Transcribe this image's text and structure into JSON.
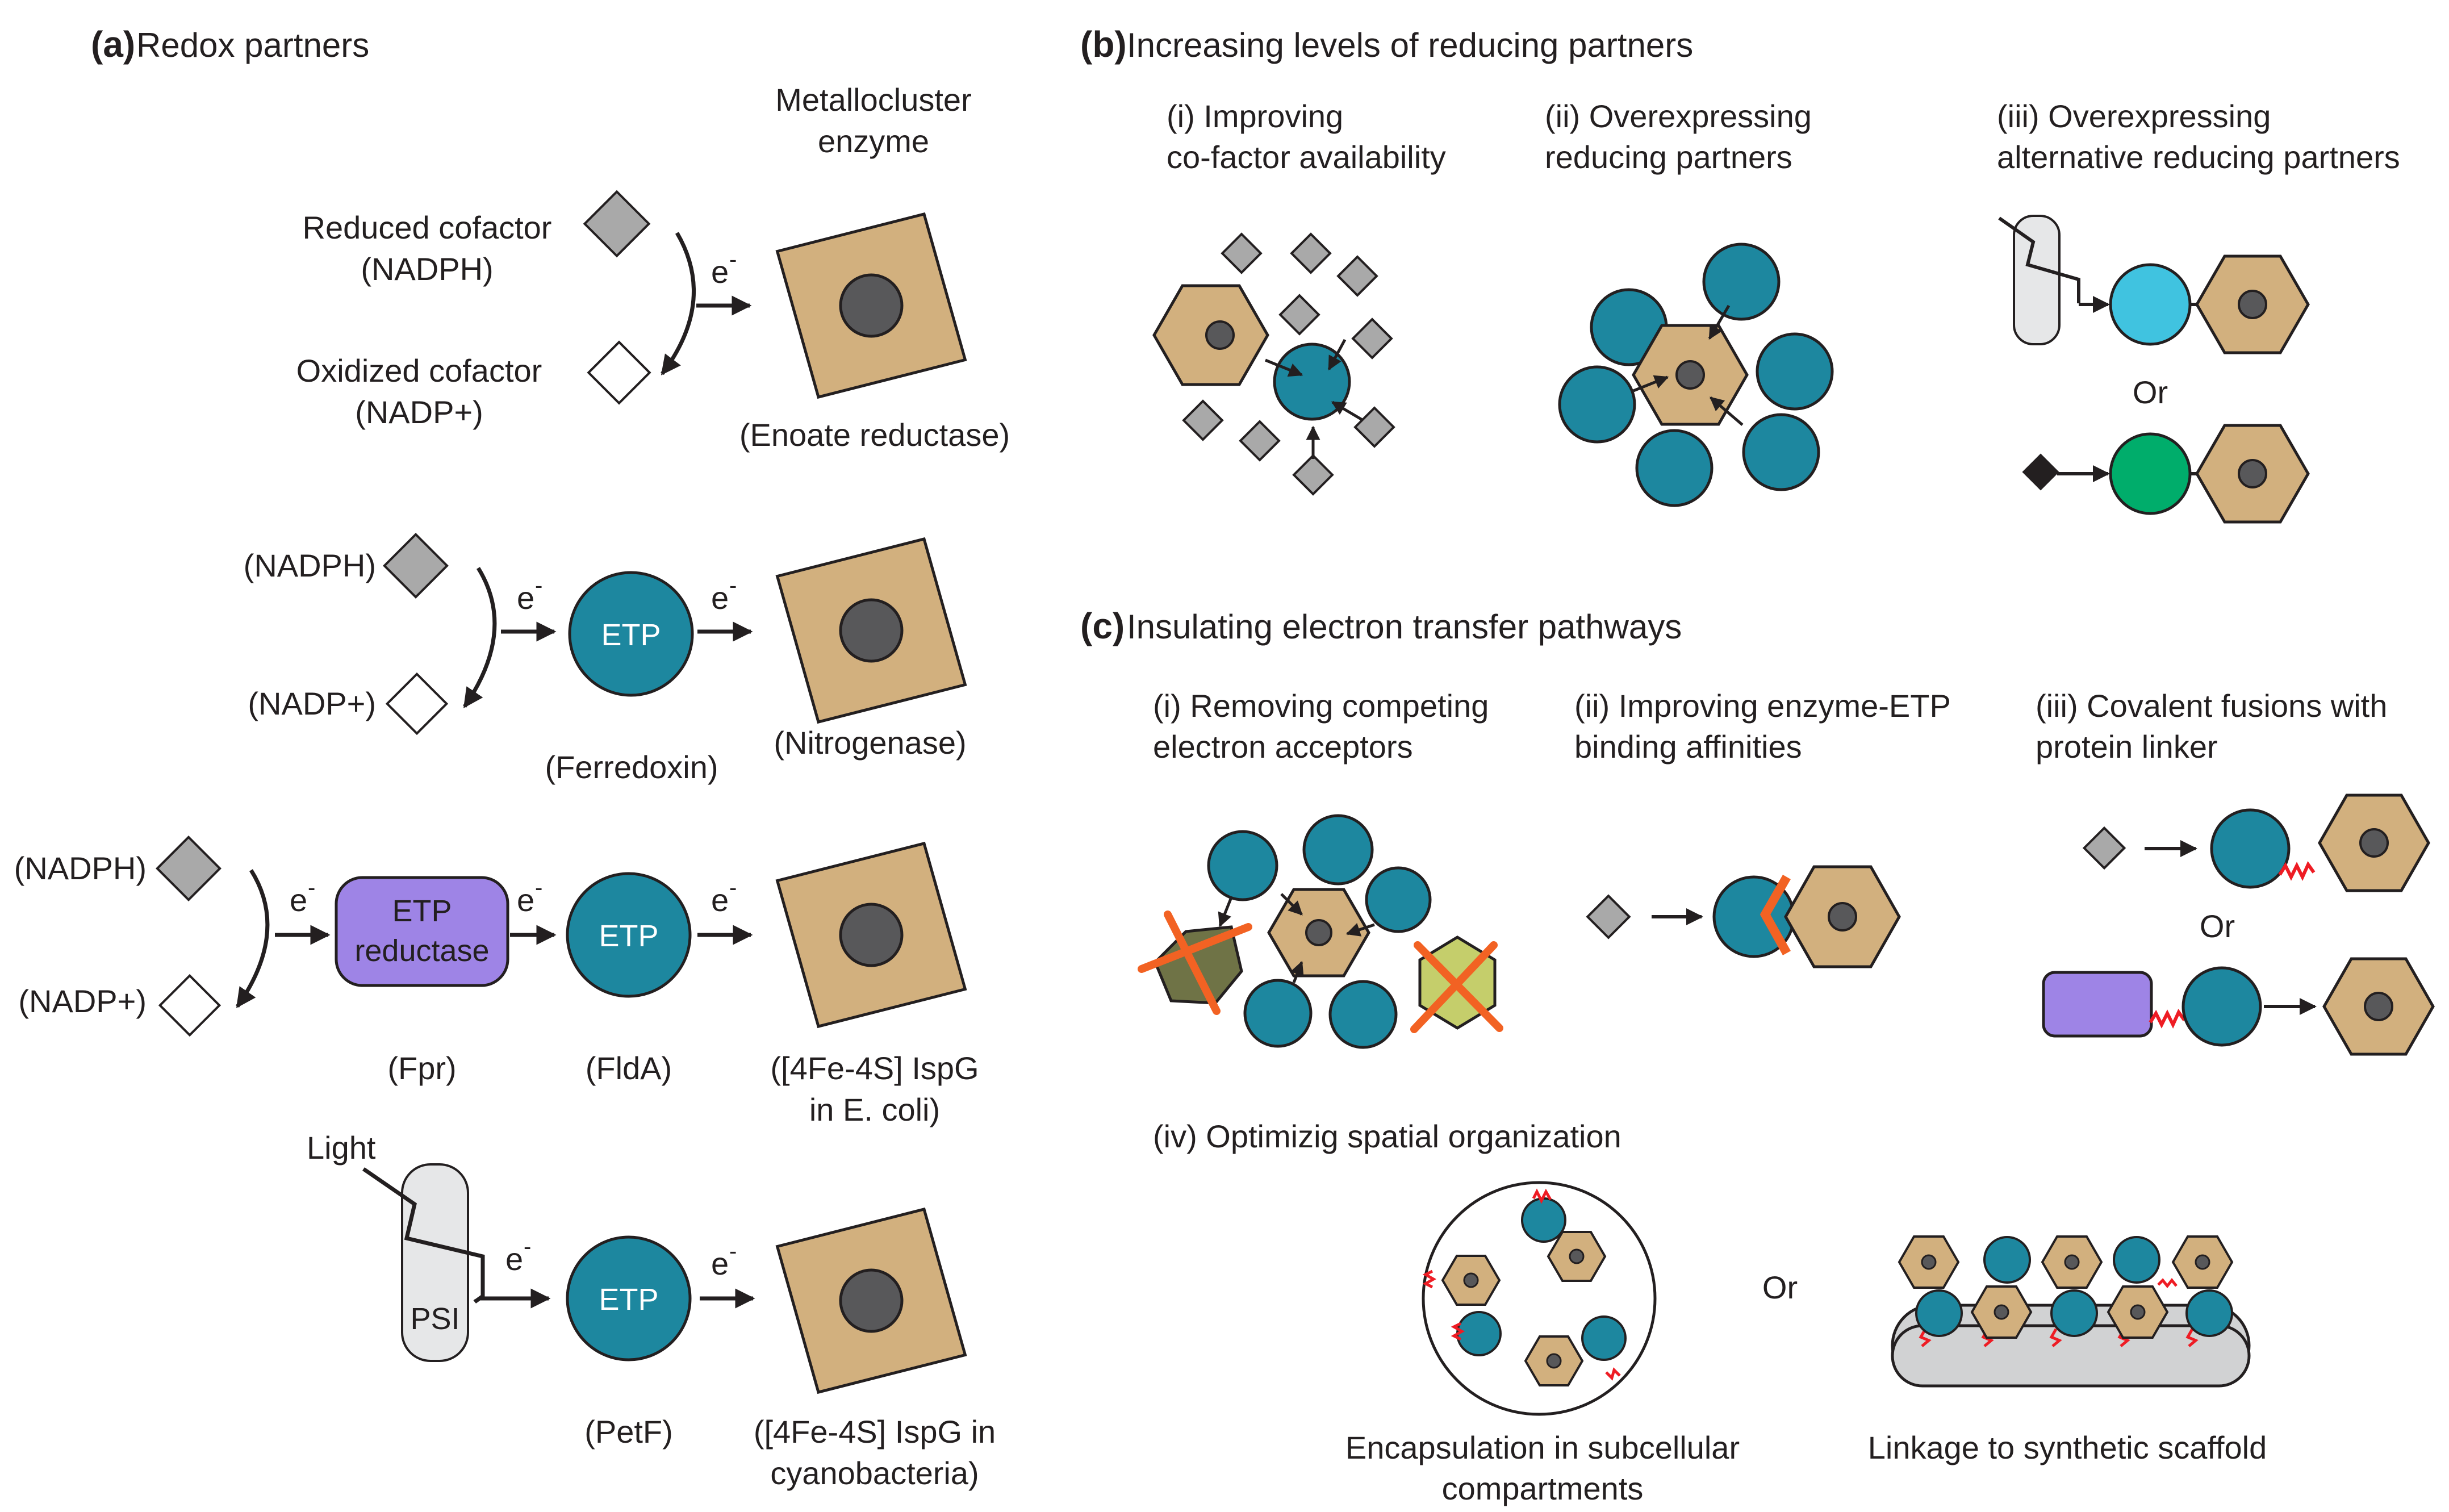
{
  "colors": {
    "hexagon": "#d2b07e",
    "core": "#58585a",
    "etp": "#1d879f",
    "etp_light": "#40c3e0",
    "etp_green": "#00ad6b",
    "reductase": "#9e84e6",
    "cofactor_reduced": "#a9a9a9",
    "psi": "#e6e7e8",
    "cross": "#f26223",
    "competitor_dark": "#6f7346",
    "competitor_light": "#c5ce6b",
    "linker": "#ee1c24",
    "scaffold": "#d1d2d3"
  },
  "panel_a": {
    "tag": "(a)",
    "title": "Redox partners",
    "enzyme_header_1": "Metallocluster",
    "enzyme_header_2": "enzyme",
    "electron": "e",
    "minus": "-",
    "row1": {
      "reduced_1": "Reduced cofactor",
      "reduced_2": "(NADPH)",
      "oxidized_1": "Oxidized cofactor",
      "oxidized_2": "(NADP+)",
      "enzyme": "(Enoate reductase)"
    },
    "row2": {
      "reduced": "(NADPH)",
      "oxidized": "(NADP+)",
      "etp": "ETP",
      "etp_name": "(Ferredoxin)",
      "enzyme": "(Nitrogenase)"
    },
    "row3": {
      "reduced": "(NADPH)",
      "oxidized": "(NADP+)",
      "reductase_1": "ETP",
      "reductase_2": "reductase",
      "reductase_name": "(Fpr)",
      "etp": "ETP",
      "etp_name": "(FldA)",
      "enzyme_1": "([4Fe-4S] IspG",
      "enzyme_2": "in E. coli)"
    },
    "row4": {
      "light": "Light",
      "psi": "PSI",
      "etp": "ETP",
      "etp_name": "(PetF)",
      "enzyme_1": "([4Fe-4S] IspG in",
      "enzyme_2": "cyanobacteria)"
    }
  },
  "panel_b": {
    "tag": "(b)",
    "title": "Increasing levels of reducing partners",
    "i_1": "(i) Improving",
    "i_2": "co-factor availability",
    "ii_1": "(ii) Overexpressing",
    "ii_2": "reducing partners",
    "iii_1": "(iii) Overexpressing",
    "iii_2": "alternative reducing partners",
    "or": "Or"
  },
  "panel_c": {
    "tag": "(c)",
    "title": "Insulating electron transfer pathways",
    "i_1": "(i) Removing competing",
    "i_2": "electron acceptors",
    "ii_1": "(ii) Improving enzyme-ETP",
    "ii_2": "binding affinities",
    "iii_1": "(iii) Covalent fusions with",
    "iii_2": "protein linker",
    "iii_or": "Or",
    "iv": "(iv) Optimizig spatial organization",
    "iv_or": "Or",
    "encap_1": "Encapsulation in subcellular",
    "encap_2": "compartments",
    "scaffold": "Linkage to synthetic scaffold"
  }
}
